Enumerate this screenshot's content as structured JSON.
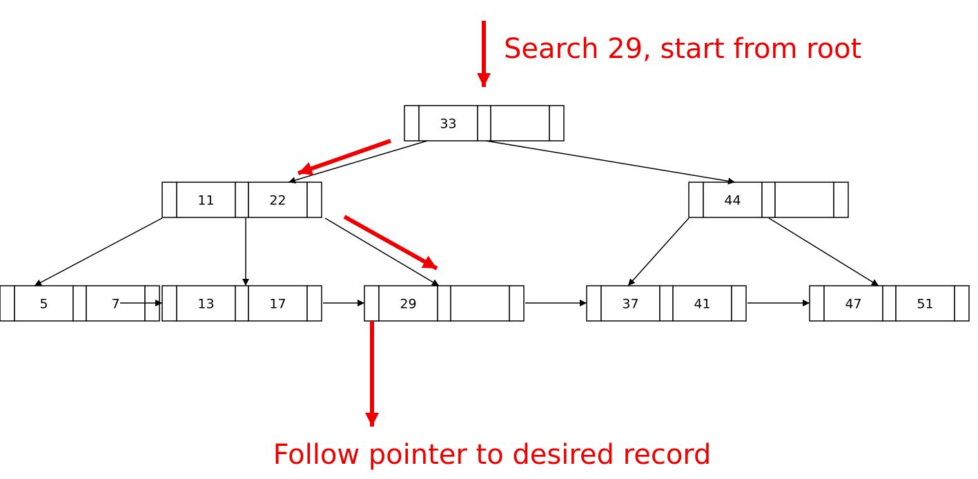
{
  "annotations": {
    "top": "Search 29, start from root",
    "bottom": "Follow pointer to desired record"
  },
  "colors": {
    "highlight": "#ee0000",
    "line": "#000000",
    "background": "#ffffff"
  },
  "tree": {
    "root": {
      "keys": [
        "33",
        ""
      ]
    },
    "internal": [
      {
        "keys": [
          "11",
          "22"
        ]
      },
      {
        "keys": [
          "44",
          ""
        ]
      }
    ],
    "leaves": [
      {
        "keys": [
          "5",
          "7"
        ]
      },
      {
        "keys": [
          "13",
          "17"
        ]
      },
      {
        "keys": [
          "29",
          ""
        ]
      },
      {
        "keys": [
          "37",
          "41"
        ]
      },
      {
        "keys": [
          "47",
          "51"
        ]
      }
    ]
  }
}
